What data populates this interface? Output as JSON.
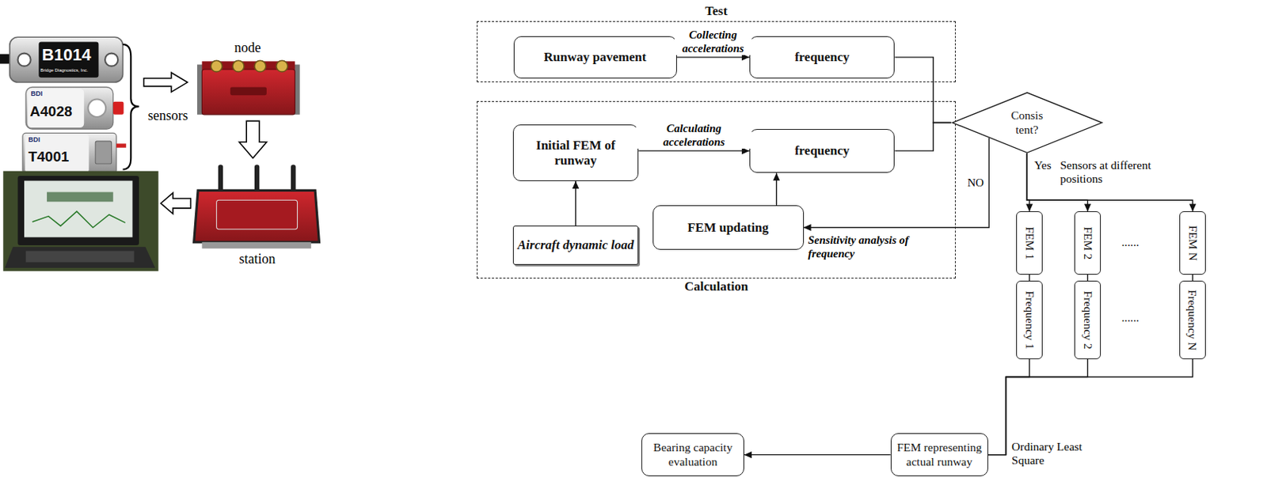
{
  "diagram": {
    "nodes": [
      {
        "text": [
          "Test"
        ]
      },
      {
        "text": [
          "Runway pavement"
        ],
        "in": 0
      },
      {
        "text": [
          "frequency"
        ],
        "in": 0
      },
      {
        "text": [
          "Calculation"
        ]
      },
      {
        "text": [
          "Initial FEM of runway"
        ],
        "in": 3
      },
      {
        "text": [
          "frequency"
        ],
        "in": 3
      },
      {
        "text": [
          "FEM updating"
        ],
        "in": 3
      },
      {
        "text": [
          "Aircraft dynamic load"
        ],
        "in": 3
      },
      {
        "text": [
          "Consis tent?"
        ]
      },
      {
        "text": [
          "FEM 1"
        ]
      },
      {
        "text": [
          "FEM 2"
        ]
      },
      {
        "text": [
          "FEM N"
        ]
      },
      {
        "text": [
          "Frequency 1"
        ]
      },
      {
        "text": [
          "Frequency 2"
        ]
      },
      {
        "text": [
          "Frequency N"
        ]
      },
      {
        "text": [
          "FEM representing actual runway"
        ]
      },
      {
        "text": [
          "Bearing capacity evaluation"
        ]
      }
    ],
    "edges": [
      {
        "from": 1,
        "to": 2,
        "arrow": "to",
        "label": "Collecting accelerations"
      },
      {
        "from": 4,
        "to": 5,
        "arrow": "to",
        "label": "Calculating accelerations"
      },
      {
        "from": 7,
        "to": 4,
        "arrow": "to"
      },
      {
        "from": 6,
        "to": 5,
        "arrow": "to"
      },
      {
        "from": 2,
        "to": 8,
        "arrow": "none"
      },
      {
        "from": 5,
        "to": 8,
        "arrow": "none"
      },
      {
        "from": 8,
        "to": 6,
        "arrow": "to",
        "label": "NO"
      },
      {
        "from": 8,
        "to": 9,
        "arrow": "to"
      },
      {
        "from": 8,
        "to": 10,
        "arrow": "to"
      },
      {
        "from": 8,
        "to": 11,
        "arrow": "to"
      },
      {
        "from": 9,
        "to": 12,
        "arrow": "none"
      },
      {
        "from": 10,
        "to": 13,
        "arrow": "none"
      },
      {
        "from": 11,
        "to": 14,
        "arrow": "none"
      },
      {
        "from": 12,
        "to": 15,
        "arrow": "none"
      },
      {
        "from": 13,
        "to": 15,
        "arrow": "none"
      },
      {
        "from": 14,
        "to": 15,
        "arrow": "none"
      },
      {
        "from": 15,
        "to": 16,
        "arrow": "to"
      }
    ],
    "labels": [
      "B1014",
      "Bridge Diagnostics, Inc.",
      "BDI",
      "A4028",
      "BDI",
      "T4001",
      "sensors",
      "node",
      "station",
      "Yes",
      "Sensors at different positions",
      "Sensitivity analysis of frequency",
      "......",
      "......",
      "Ordinary Least Square"
    ]
  }
}
